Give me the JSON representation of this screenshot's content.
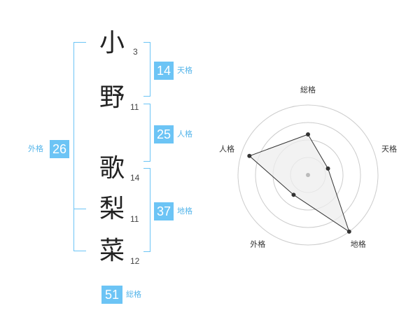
{
  "name": {
    "characters": [
      {
        "char": "小",
        "strokes": "3"
      },
      {
        "char": "野",
        "strokes": "11"
      },
      {
        "char": "歌",
        "strokes": "14"
      },
      {
        "char": "梨",
        "strokes": "11"
      },
      {
        "char": "菜",
        "strokes": "12"
      }
    ]
  },
  "fortunes": {
    "tenkaku": {
      "value": "14",
      "label": "天格"
    },
    "jinkaku": {
      "value": "25",
      "label": "人格"
    },
    "chikaku": {
      "value": "37",
      "label": "地格"
    },
    "gaikaku": {
      "value": "26",
      "label": "外格"
    },
    "soukaku": {
      "value": "51",
      "label": "総格"
    }
  },
  "colors": {
    "accent": "#6cc4f5",
    "accent_text": "#55b5ea",
    "polygon_fill": "#eeeeee",
    "ring": "#cccccc"
  },
  "chart_data": {
    "type": "radar",
    "axes": [
      "総格",
      "天格",
      "地格",
      "外格",
      "人格"
    ],
    "values": [
      0.58,
      0.3,
      1.0,
      0.35,
      0.88
    ],
    "rings": 4
  }
}
